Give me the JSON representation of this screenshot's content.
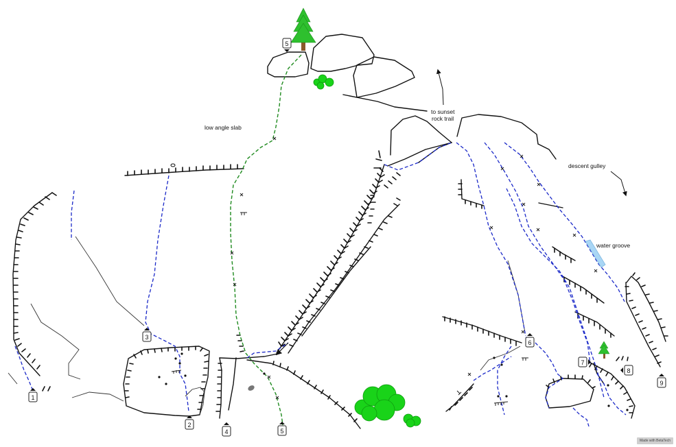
{
  "labels": {
    "low_angle_slab": "low angle slab",
    "to_sunset_line1": "to sunset",
    "to_sunset_line2": "rock trail",
    "descent_gulley": "descent gulley",
    "water_groove": "water groove"
  },
  "route_markers": [
    "1",
    "2",
    "3",
    "4",
    "5",
    "5",
    "6",
    "7",
    "8",
    "9"
  ],
  "credit": "Made with BetaTech",
  "colors": {
    "route_blue": "#1a28c8",
    "route_green": "#1e8a1e",
    "bush": "#19d319",
    "tree": "#2ec02e",
    "trunk": "#8b5a2b",
    "water": "#a9d6f5"
  },
  "icons": [
    "pine-tree-icon",
    "bush-icon",
    "arrow-icon",
    "bolt-icon"
  ]
}
